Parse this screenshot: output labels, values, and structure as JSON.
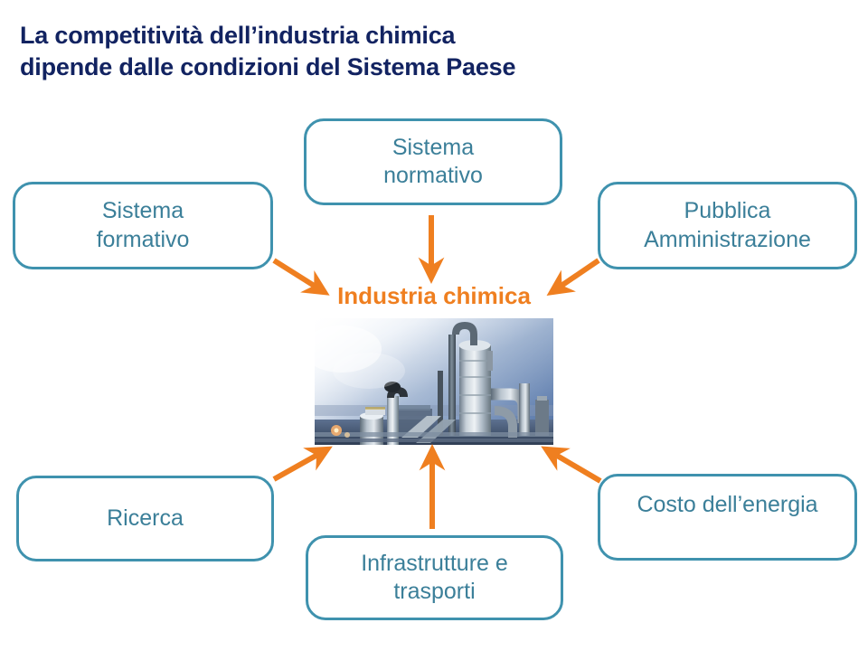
{
  "slide": {
    "title": "La competitività dell’industria chimica\ndipende dalle condizioni del Sistema Paese",
    "background_color": "#ffffff",
    "title_color": "#122361",
    "box_border_color": "#3f92ae",
    "box_text_color": "#3b7f99",
    "arrow_color": "#ef7f20",
    "center_label_color": "#ef7f20"
  },
  "center": {
    "label": "Industria chimica",
    "image_alt": "chemical-plant-photo"
  },
  "nodes": [
    {
      "id": "sistema-formativo",
      "label": "Sistema\nformativo",
      "position": "left-top"
    },
    {
      "id": "sistema-normativo",
      "label": "Sistema\nnormativo",
      "position": "top-center"
    },
    {
      "id": "pubblica-amm",
      "label": "Pubblica\nAmministrazione",
      "position": "right-top"
    },
    {
      "id": "ricerca",
      "label": "Ricerca",
      "position": "left-bottom"
    },
    {
      "id": "infrastrutture",
      "label": "Infrastrutture e\ntrasporti",
      "position": "bottom-center"
    },
    {
      "id": "costo-energia",
      "label": "Costo dell’energia",
      "position": "right-bottom"
    }
  ],
  "arrows": [
    {
      "from": "sistema-formativo",
      "to": "industria-chimica",
      "direction": "down-right"
    },
    {
      "from": "sistema-normativo",
      "to": "industria-chimica",
      "direction": "down"
    },
    {
      "from": "pubblica-amm",
      "to": "industria-chimica",
      "direction": "down-left"
    },
    {
      "from": "ricerca",
      "to": "industria-chimica",
      "direction": "up-right"
    },
    {
      "from": "infrastrutture",
      "to": "industria-chimica",
      "direction": "up"
    },
    {
      "from": "costo-energia",
      "to": "industria-chimica",
      "direction": "up-left"
    }
  ]
}
